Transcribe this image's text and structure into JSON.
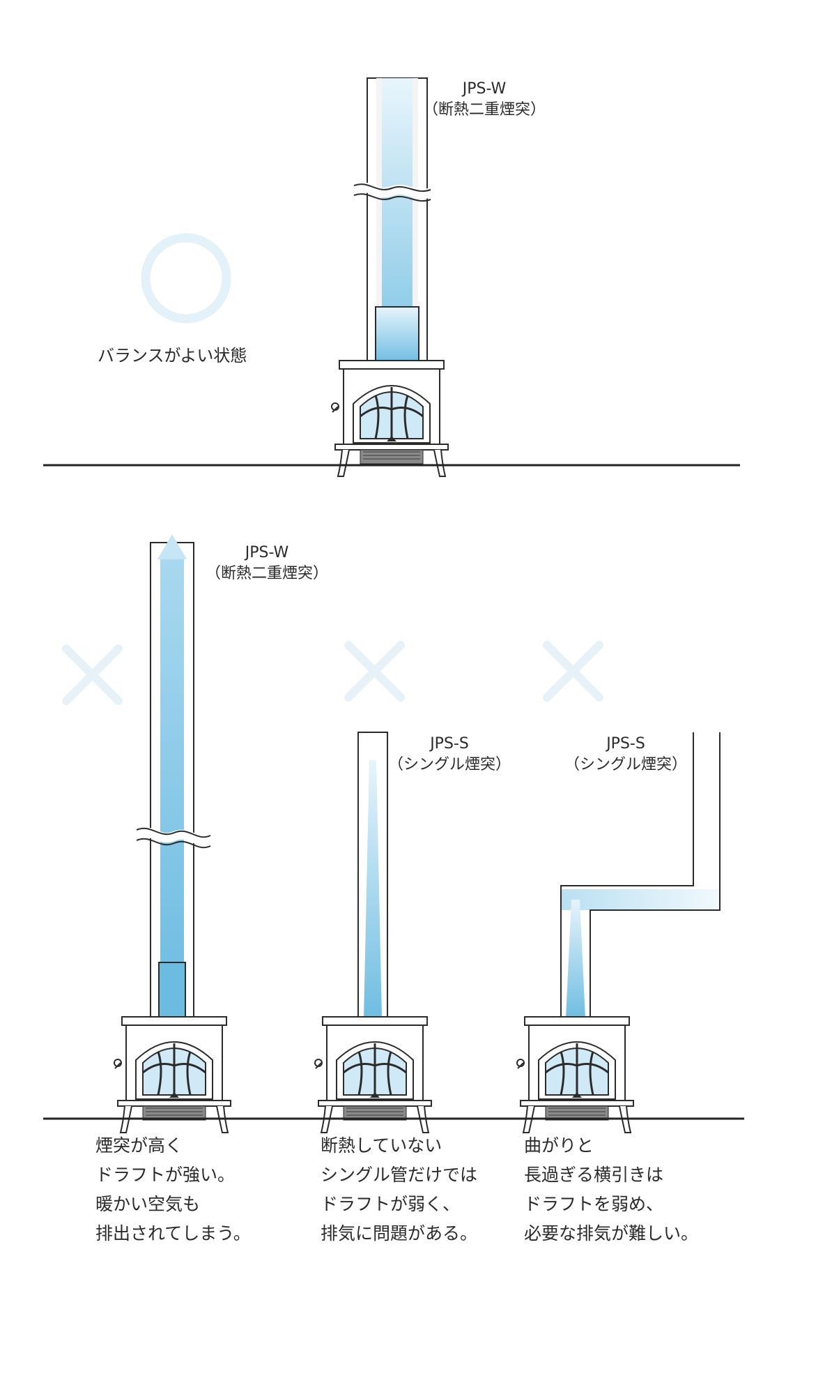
{
  "diagram": {
    "top": {
      "chimney_label": {
        "model": "JPS-W",
        "desc": "（断熱二重煙突）"
      },
      "status_text": "バランスがよい状態",
      "mark": "circle"
    },
    "bottom": [
      {
        "chimney_label": {
          "model": "JPS-W",
          "desc": "（断熱二重煙突）"
        },
        "mark": "cross",
        "caption": [
          "煙突が高く",
          "ドラフトが強い。",
          "暖かい空気も",
          "排出されてしまう。"
        ]
      },
      {
        "chimney_label": {
          "model": "JPS-S",
          "desc": "（シングル煙突）"
        },
        "mark": "cross",
        "caption": [
          "断熱していない",
          "シングル管だけでは",
          "ドラフトが弱く、",
          "排気に問題がある。"
        ]
      },
      {
        "chimney_label": {
          "model": "JPS-S",
          "desc": "（シングル煙突）"
        },
        "mark": "cross",
        "caption": [
          "曲がりと",
          "長過ぎる横引きは",
          "ドラフトを弱め、",
          "必要な排気が難しい。"
        ]
      }
    ],
    "colors": {
      "flow": "#7cc3e4",
      "flow_light": "#d8eef8",
      "outline": "#2b2b2b",
      "mark": "#e3f1f8"
    }
  }
}
